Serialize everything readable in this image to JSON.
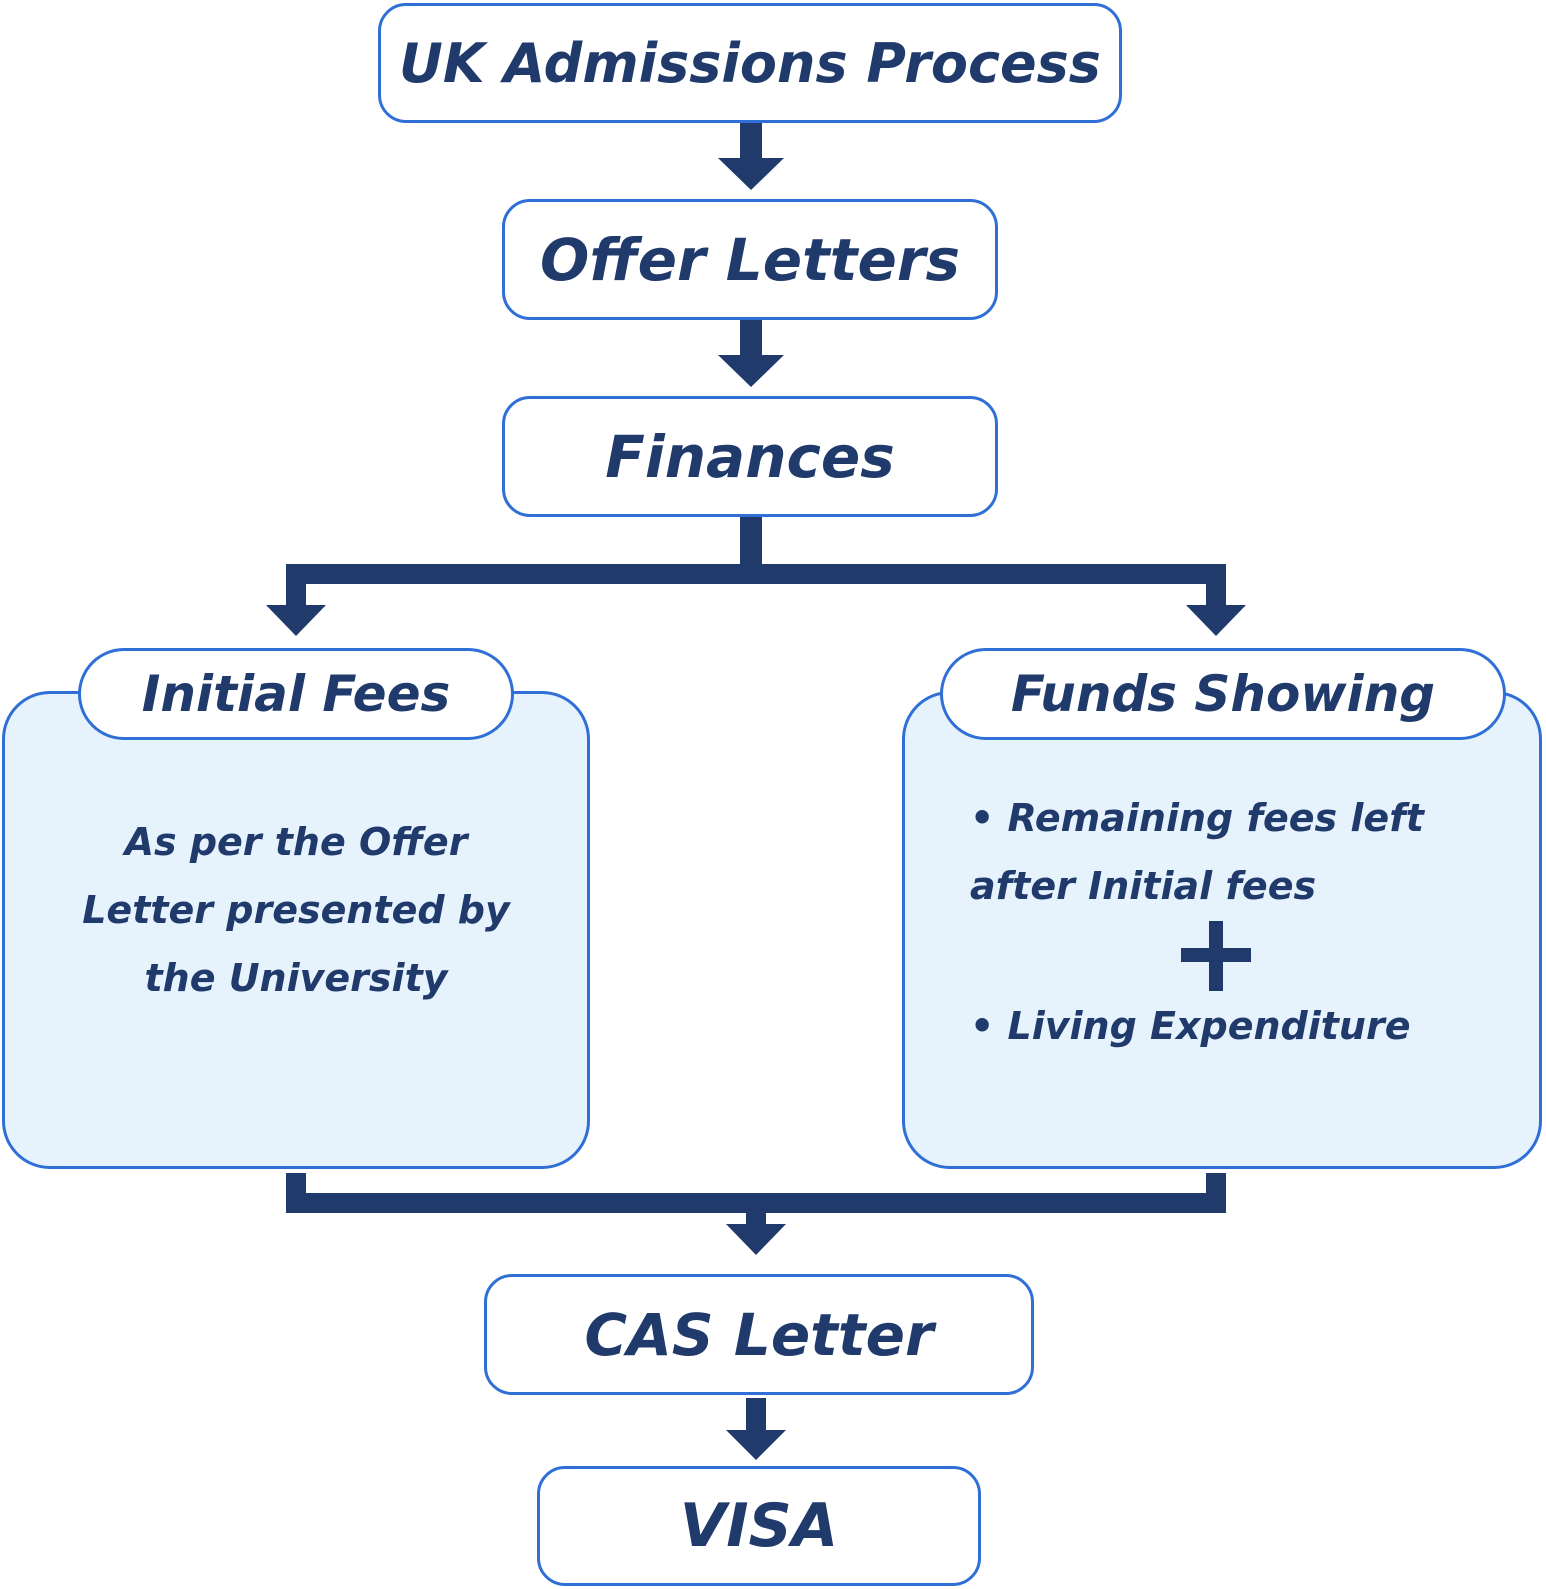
{
  "colors": {
    "accent": "#2f6fd6",
    "dark": "#1f3a6b",
    "panel_fill": "#e6f2fc"
  },
  "nodes": {
    "title": "UK Admissions Process",
    "offer_letters": "Offer Letters",
    "finances": "Finances",
    "initial_fees": {
      "title": "Initial Fees",
      "lines": [
        "As per the Offer",
        "Letter presented by",
        "the University"
      ]
    },
    "funds_showing": {
      "title": "Funds Showing",
      "bullet1_lines": [
        "• Remaining fees left",
        "after Initial fees"
      ],
      "bullet2": "• Living Expenditure"
    },
    "cas_letter": "CAS Letter",
    "visa": "VISA"
  }
}
